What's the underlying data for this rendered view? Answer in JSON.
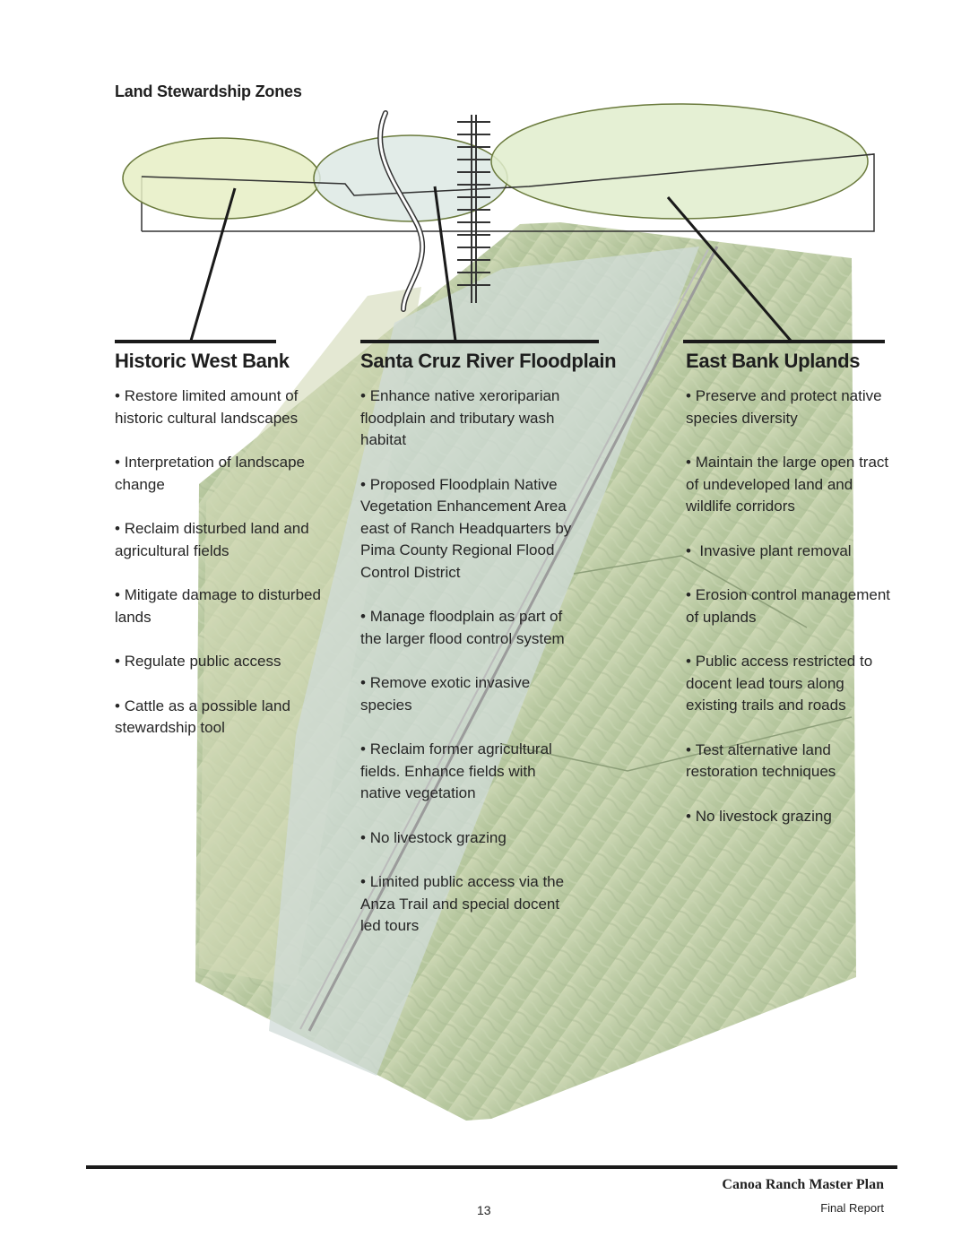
{
  "heading": "Land Stewardship Zones",
  "colors": {
    "zone_west_fill": "#e6efc4",
    "zone_flood_fill": "#dde9e4",
    "zone_east_fill": "#e1edcc",
    "zone_outline": "#6a7a3c",
    "map_green": "#8fa86a",
    "map_river": "#c9d6d0",
    "rule": "#1a1a1a"
  },
  "zones": [
    {
      "title": "Historic West Bank",
      "items": [
        "Restore limited amount of historic cultural landscapes",
        "Interpretation of landscape change",
        "Reclaim disturbed land and agricultural fields",
        "Mitigate damage to disturbed lands",
        "Regulate public access",
        "Cattle as a possible land stewardship tool"
      ]
    },
    {
      "title": "Santa Cruz River Floodplain",
      "items": [
        "Enhance native xeroriparian floodplain and tributary wash habitat",
        "Proposed Floodplain Native Vegetation Enhancement Area east of Ranch Headquarters by Pima County Regional Flood Control District",
        "Manage floodplain as part of the larger flood control system",
        "Remove exotic invasive species",
        "Reclaim former agricultural fields.  Enhance fields with native vegetation",
        "No livestock grazing",
        "Limited public access via the Anza Trail and special docent led tours"
      ]
    },
    {
      "title": "East Bank Uplands",
      "items": [
        "Preserve and protect native species diversity",
        "Maintain the large open tract of undeveloped land and wildlife corridors",
        " Invasive plant removal",
        "Erosion control management of uplands",
        "Public access restricted to docent lead tours along existing trails and roads",
        "Test alternative land restoration techniques",
        "No livestock grazing"
      ]
    }
  ],
  "footer": {
    "title": "Canoa Ranch Master Plan",
    "subtitle": "Final Report",
    "page": "13"
  }
}
